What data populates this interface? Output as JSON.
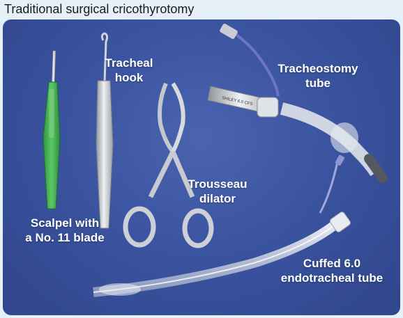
{
  "title": "Traditional surgical cricothyrotomy",
  "colors": {
    "drape_blue": "#3b54a0",
    "scalpel_green": "#3aa84a",
    "steel": "#c9cdd3",
    "label_text": "#ffffff"
  },
  "labels": {
    "scalpel": [
      "Scalpel with",
      "a No. 11 blade"
    ],
    "hook": [
      "Tracheal",
      "hook"
    ],
    "dilator": [
      "Trousseau",
      "dilator"
    ],
    "trach_tube": [
      "Tracheostomy",
      "tube"
    ],
    "et_tube": [
      "Cuffed 6.0",
      "endotracheal tube"
    ]
  },
  "trach_tube_marking": "SHILEY 6.0 CFS"
}
